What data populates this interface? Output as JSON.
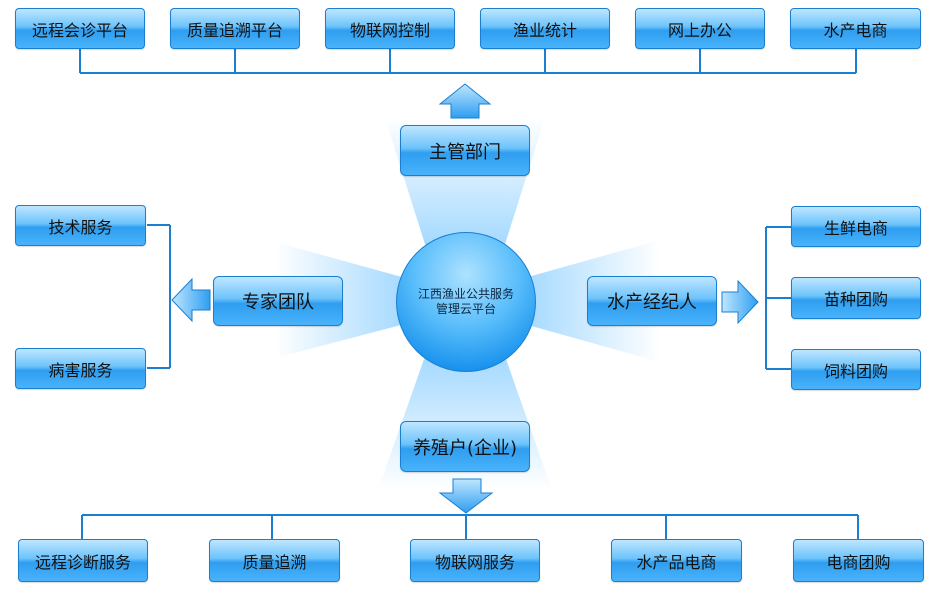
{
  "hub": {
    "line1": "江西渔业公共服务",
    "line2": "管理云平台"
  },
  "top_group": {
    "label": "主管部门",
    "items": [
      "远程会诊平台",
      "质量追溯平台",
      "物联网控制",
      "渔业统计",
      "网上办公",
      "水产电商"
    ]
  },
  "left_group": {
    "label": "专家团队",
    "items": [
      "技术服务",
      "病害服务"
    ]
  },
  "right_group": {
    "label": "水产经纪人",
    "items": [
      "生鲜电商",
      "苗种团购",
      "饲料团购"
    ]
  },
  "bottom_group": {
    "label": "养殖户(企业)",
    "items": [
      "远程诊断服务",
      "质量追溯",
      "物联网服务",
      "水产品电商",
      "电商团购"
    ]
  },
  "colors": {
    "line": "#1a7fd0",
    "box_border": "#1a7fd0",
    "glow": "#7cc8ff",
    "text": "#111111"
  }
}
